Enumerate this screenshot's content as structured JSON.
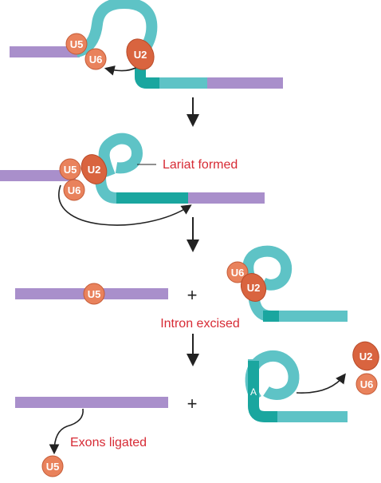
{
  "colors": {
    "exon": "#a98fcb",
    "intron": "#5ec3c6",
    "intron_dark": "#1aa69f",
    "snrnp_fill": "#e9825c",
    "snrnp_fill_dark": "#d9643f",
    "snrnp_text": "#ffffff",
    "label": "#d72b35",
    "arrow": "#222222"
  },
  "snrnps": {
    "u2": "U2",
    "u5": "U5",
    "u6": "U6"
  },
  "labels": {
    "lariat_formed": "Lariat formed",
    "intron_excised": "Intron excised",
    "exons_ligated": "Exons ligated",
    "branch_point": "A"
  },
  "symbols": {
    "plus": "+"
  }
}
